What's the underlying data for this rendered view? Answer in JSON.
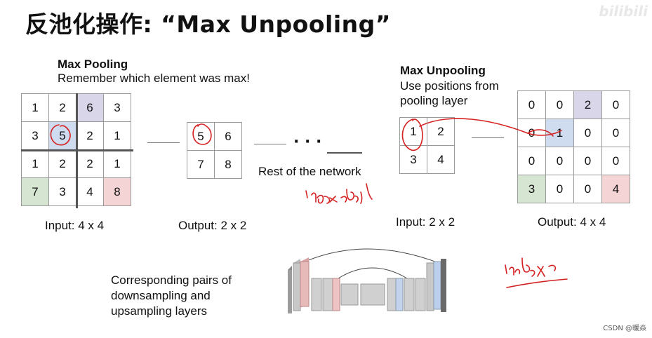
{
  "title": "反池化操作: “Max Unpooling”",
  "logo_text": "bilibili",
  "pooling": {
    "heading": "Max Pooling",
    "subtitle": "Remember which element was max!",
    "input_grid": [
      [
        "1",
        "2",
        "6",
        "3"
      ],
      [
        "3",
        "5",
        "2",
        "1"
      ],
      [
        "1",
        "2",
        "2",
        "1"
      ],
      [
        "7",
        "3",
        "4",
        "8"
      ]
    ],
    "input_label": "Input: 4 x 4",
    "output_grid": [
      [
        "5",
        "6"
      ],
      [
        "7",
        "8"
      ]
    ],
    "output_label": "Output: 2 x 2"
  },
  "network": {
    "ellipsis": "· · ·",
    "label": "Rest of the network"
  },
  "unpooling": {
    "heading": "Max Unpooling",
    "subtitle_line1": "Use positions from",
    "subtitle_line2": "pooling layer",
    "input_grid": [
      [
        "1",
        "2"
      ],
      [
        "3",
        "4"
      ]
    ],
    "input_label": "Input: 2 x 2",
    "output_grid": [
      [
        "0",
        "0",
        "2",
        "0"
      ],
      [
        "0",
        "1",
        "0",
        "0"
      ],
      [
        "0",
        "0",
        "0",
        "0"
      ],
      [
        "3",
        "0",
        "0",
        "4"
      ]
    ],
    "output_label": "Output: 4 x 4"
  },
  "bottom": {
    "caption_line1": "Corresponding pairs of",
    "caption_line2": "downsampling and",
    "caption_line3": "upsampling layers"
  },
  "watermark": "CSDN @暖焱",
  "colors": {
    "purple": "#d9d6e9",
    "blue": "#cfdcef",
    "green": "#d6e4d2",
    "pink": "#f4d4d4",
    "ink": "#d42020"
  }
}
